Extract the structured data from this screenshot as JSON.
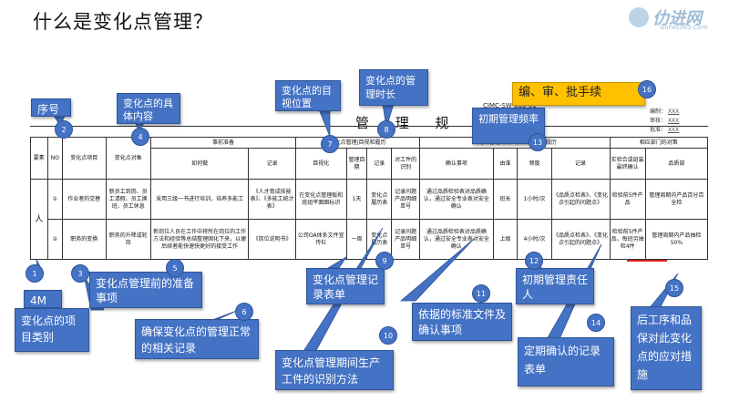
{
  "slide": {
    "title": "什么是变化点管理？"
  },
  "logo": {
    "name": "仂进网",
    "url": "Gonet365.Com"
  },
  "document": {
    "title": "管 理 规 则",
    "doc_no": "CIMC-SW-016-01",
    "meta": [
      {
        "label": "编制：",
        "value": "XXX"
      },
      {
        "label": "审核：",
        "value": "XXX"
      },
      {
        "label": "批准：",
        "value": "XXX"
      }
    ],
    "headers": {
      "element": "要素",
      "no": "NO",
      "item": "变化点项目",
      "object": "变化点对象",
      "prep": "事前准备",
      "how": "如何做",
      "record": "记录",
      "mgmt": "变化点管理|目视和履历",
      "target": "目视化",
      "period": "管理目期",
      "mgmt_record": "记录",
      "wip": "对工件的识别",
      "confirm_group": "变化点管理的方法|品质结果的履历",
      "confirm": "确认事项",
      "by": "由谁",
      "freq": "频度",
      "confirm_record": "记录",
      "dept": "相应部门的对策",
      "dept_a": "实验合或组装最终确认",
      "dept_b": "品质部"
    },
    "element_value": "人",
    "rows": [
      {
        "no": "①",
        "item": "作业者的交替",
        "object": "新员工到岗、员工请假、员工换班、员工休息",
        "how": "采用三级一书进行培训，培养多能工",
        "record": "《人才育成技能表》、《多能工统计表》",
        "target": "在变化点管理板和班组平面图标识",
        "period": "1天",
        "mgmt_record": "变化点履历表",
        "wip": "记录问题产品明细单号",
        "confirm": "通过品质检验表对品质确认，通过安全专业表对安全确认",
        "by": "班长",
        "freq": "1小时/次",
        "confirm_record": "《品质点检表》、《变化点引起的问题点》",
        "dept_a": "检验前5件产品",
        "dept_b": "管理周期内产品百分百全检"
      },
      {
        "no": "②",
        "item": "职务的变换",
        "object": "职务的升降或轮岗",
        "how": "新岗位人员在工作中将所在岗位的工作方法和经验等总结整理固化下来，以便后续者能快速快更好的接受工作",
        "record": "《岗位说明书》",
        "target": "公司OA体系文件宣传栏",
        "period": "一周",
        "mgmt_record": "变化点履历表",
        "wip": "记录问题产品明细单号",
        "confirm": "通过品质检验表对品质确认，通过安全专业表对安全确认",
        "by": "上级",
        "freq": "4小时/次",
        "confirm_record": "《品质点检表》、《变化点引起的问题点》",
        "dept_a": "检验前5件产品，每班另抽检4件",
        "dept_b": "管理周期内产品抽检50%"
      }
    ]
  },
  "callouts": {
    "c_seq": "序号",
    "c_content": "变化点的具体内容",
    "c_visual": "变化点的目视位置",
    "c_time": "变化点的管理时长",
    "c_freq": "初期管理频率",
    "c_approve": "编、审、批手续",
    "c_4m": "4M",
    "c_prep": "变化点管理前的准备事项",
    "c_type": "变化点的项目类别",
    "c_normal": "确保变化点的管理正常的相关记录",
    "c_record": "变化点管理记录表单",
    "c_wip": "变化点管理期间生产工件的识别方法",
    "c_std": "依据的标准文件及确认事项",
    "c_resp": "初期管理责任人",
    "c_regular": "定期确认的记录表单",
    "c_after": "后工序和品保对此变化点的应对措施"
  },
  "badges": [
    "1",
    "2",
    "3",
    "4",
    "5",
    "6",
    "7",
    "8",
    "9",
    "10",
    "11",
    "12",
    "13",
    "14",
    "15",
    "16"
  ]
}
